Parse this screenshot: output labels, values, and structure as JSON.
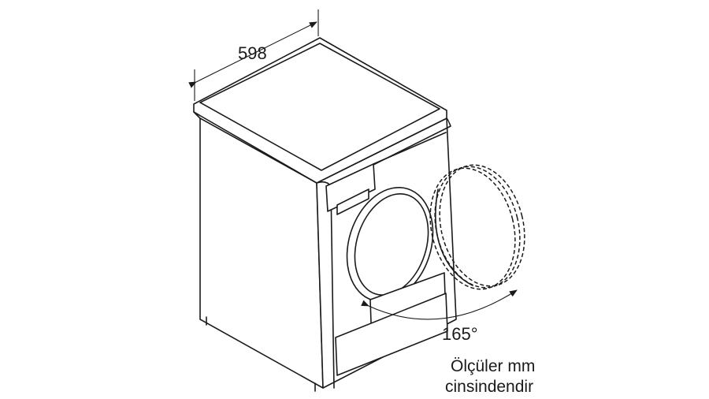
{
  "dimensions": {
    "width_label": "598",
    "angle_label": "165°"
  },
  "note": {
    "line1": "Ölçüler mm",
    "line2": "cinsindendir"
  },
  "colors": {
    "line": "#1a1a1a",
    "background": "#ffffff"
  }
}
